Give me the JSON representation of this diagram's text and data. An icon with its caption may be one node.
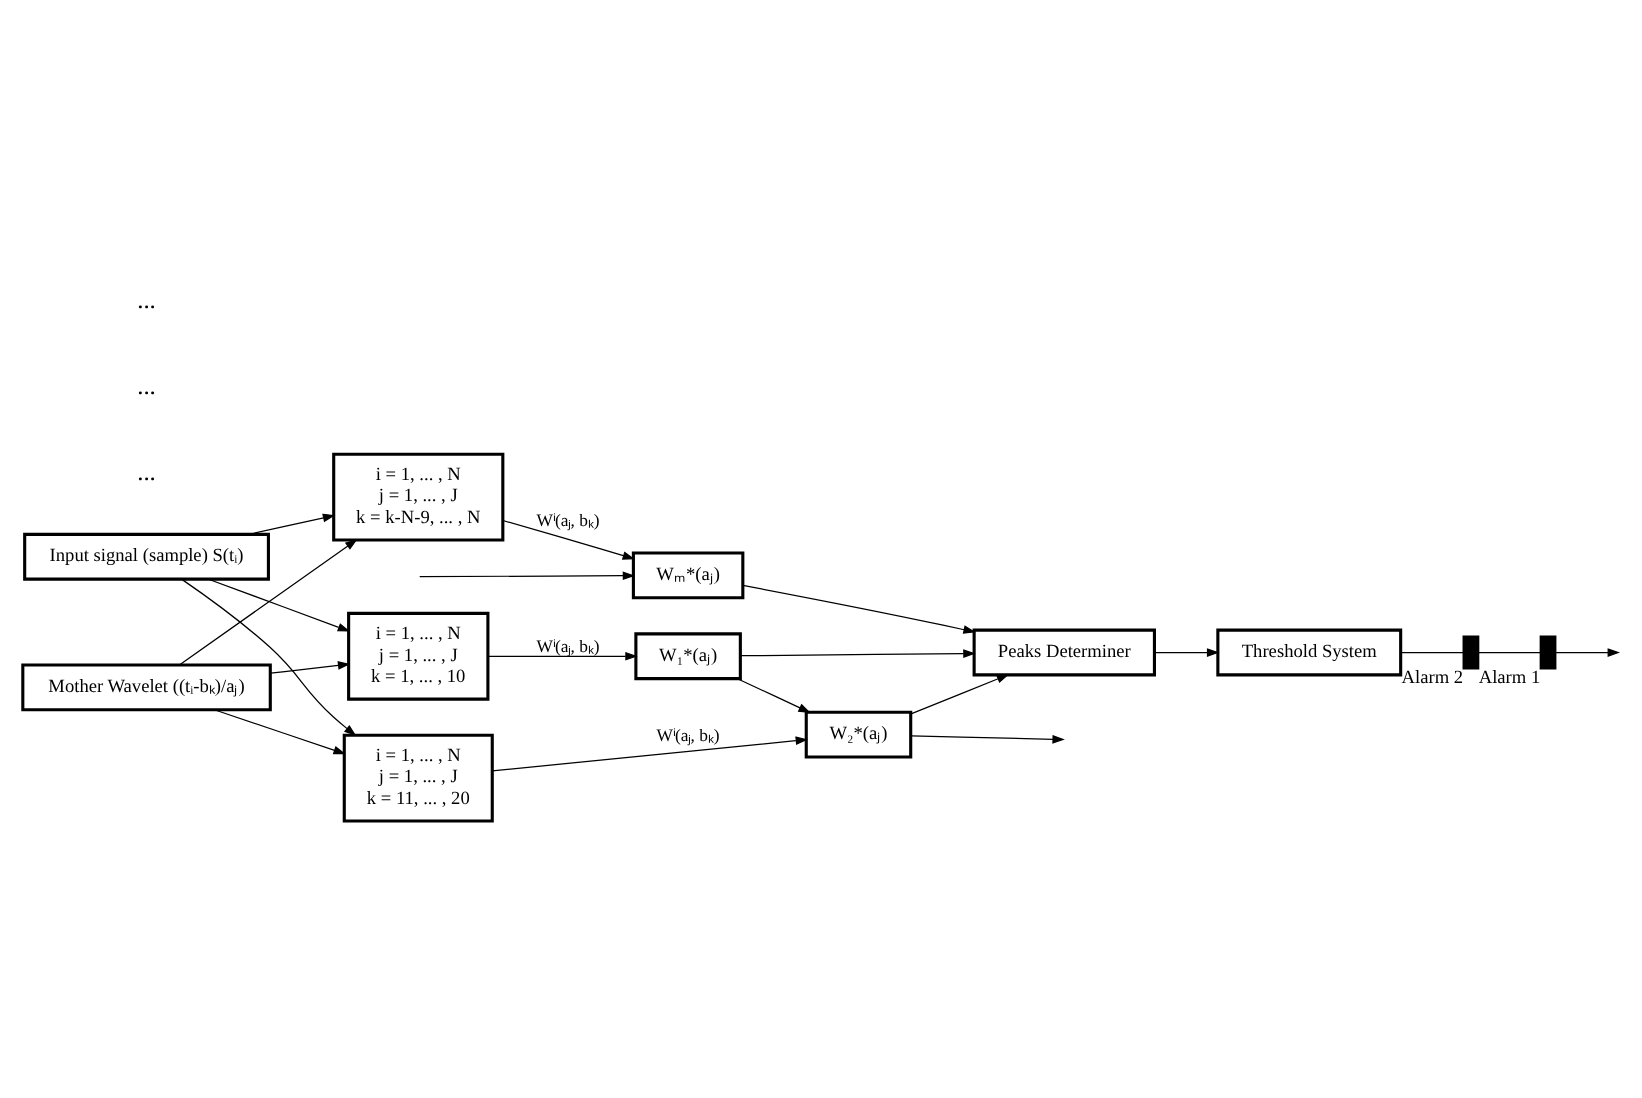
{
  "diagram": {
    "nodes": [
      {
        "text": [
          "Input signal (sample) S(tᵢ)"
        ]
      },
      {
        "text": [
          "Mother Wavelet ((tᵢ-bₖ)/aⱼ)"
        ]
      },
      {
        "text": [
          "i = 1, ... , N",
          "j = 1, ... , J",
          "k = 1, ... , 10"
        ]
      },
      {
        "text": [
          "i = 1, ... , N",
          "j = 1, ... , J",
          "k = 11, ... , 20"
        ]
      },
      {
        "text": [
          "i = 1, ... , N",
          "j = 1, ... , J",
          "k = k-N-9, ... , N"
        ]
      },
      {
        "text": [
          "W₁*(aⱼ)"
        ]
      },
      {
        "text": [
          "W₂*(aⱼ)"
        ]
      },
      {
        "text": [
          "Wₘ*(aⱼ)"
        ]
      },
      {
        "text": [
          "Peaks Determiner"
        ]
      },
      {
        "text": [
          "Threshold System"
        ]
      },
      {
        "text": [],
        "shape": "bar",
        "beside": [
          "Alarm 1"
        ]
      },
      {
        "text": [],
        "shape": "bar",
        "beside": [
          "Alarm 2"
        ]
      }
    ],
    "edges": [
      {
        "from": 0,
        "to": 2,
        "arrow": "to"
      },
      {
        "from": 0,
        "to": 3,
        "arrow": "to"
      },
      {
        "from": 0,
        "to": 4,
        "arrow": "to"
      },
      {
        "from": 1,
        "to": 2,
        "arrow": "to"
      },
      {
        "from": 1,
        "to": 3,
        "arrow": "to"
      },
      {
        "from": 1,
        "to": 4,
        "arrow": "to"
      },
      {
        "from": 2,
        "to": 5,
        "label": "Wⁱ(aⱼ, bₖ)",
        "arrow": "to"
      },
      {
        "from": 3,
        "to": 6,
        "label": "Wⁱ(aⱼ, bₖ)",
        "arrow": "to"
      },
      {
        "from": 4,
        "to": 7,
        "label": "Wⁱ(aⱼ, bₖ)",
        "arrow": "to"
      },
      {
        "from": 5,
        "to": 6,
        "arrow": "to"
      },
      {
        "from": 5,
        "to": 8,
        "arrow": "to"
      },
      {
        "from": 6,
        "to": null,
        "arrow": "to"
      },
      {
        "from": 6,
        "to": 8,
        "arrow": "to"
      },
      {
        "from": null,
        "to": 7,
        "arrow": "to"
      },
      {
        "from": 7,
        "to": 8,
        "arrow": "to"
      },
      {
        "from": 8,
        "to": 9,
        "arrow": "to"
      },
      {
        "from": 9,
        "to": 11,
        "arrow": "none"
      },
      {
        "from": 11,
        "to": 10,
        "arrow": "none"
      },
      {
        "from": 10,
        "to": null,
        "arrow": "to"
      }
    ],
    "labels": [
      "...",
      "...",
      "..."
    ]
  }
}
